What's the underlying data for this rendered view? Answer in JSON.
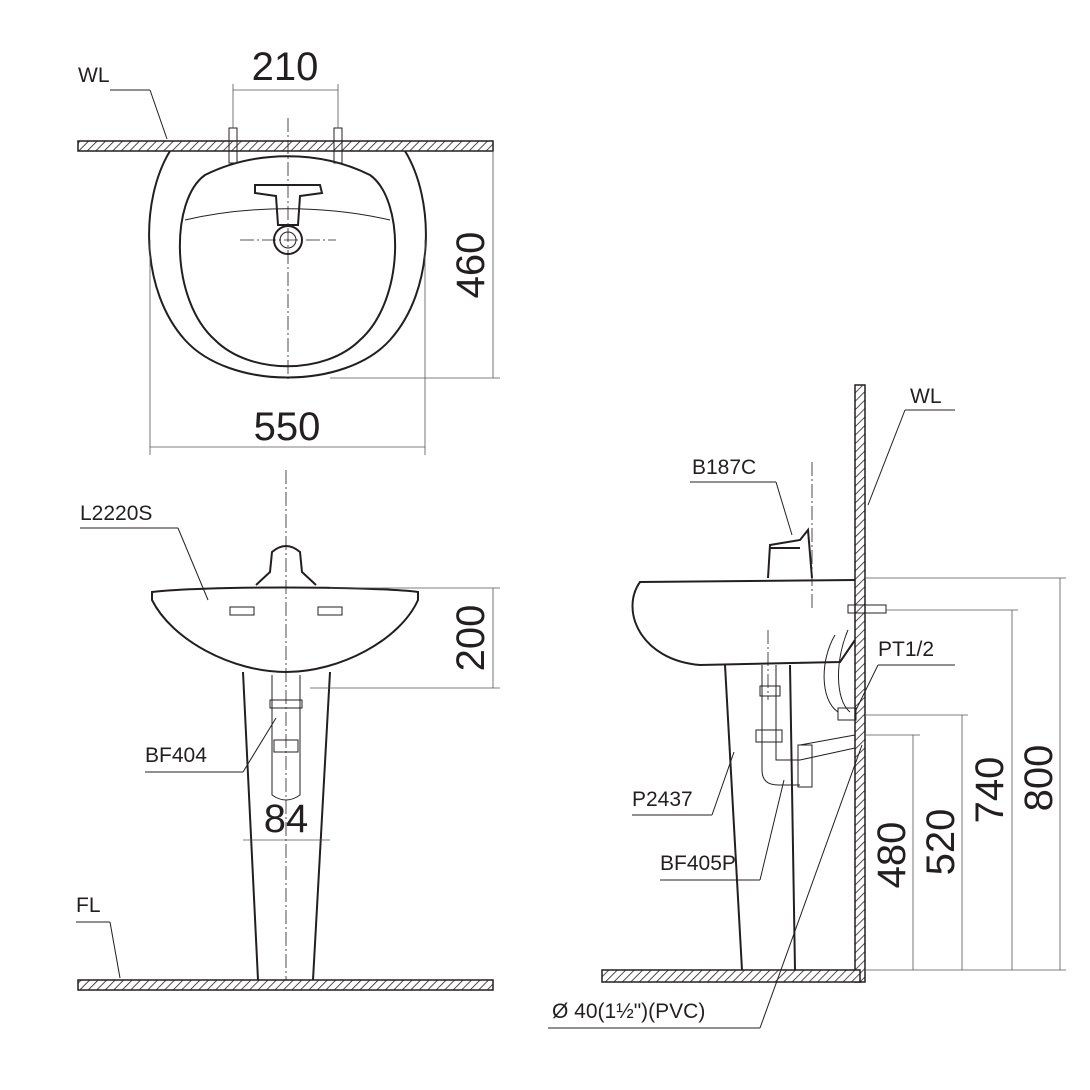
{
  "top_view": {
    "wall_label": "WL",
    "dim_faucet_spacing": "210",
    "dim_depth": "460",
    "dim_width": "550"
  },
  "front_view": {
    "basin_model": "L2220S",
    "dim_basin_height": "200",
    "drain_model": "BF404",
    "dim_pedestal": "84",
    "floor_label": "FL"
  },
  "side_view": {
    "wall_label": "WL",
    "faucet_model": "B187C",
    "supply_label": "PT1/2",
    "pedestal_model": "P2437",
    "trap_model": "BF405P",
    "dim_480": "480",
    "dim_520": "520",
    "dim_740": "740",
    "dim_800": "800",
    "pipe_label": "Ø  40(1½\")(PVC)"
  }
}
